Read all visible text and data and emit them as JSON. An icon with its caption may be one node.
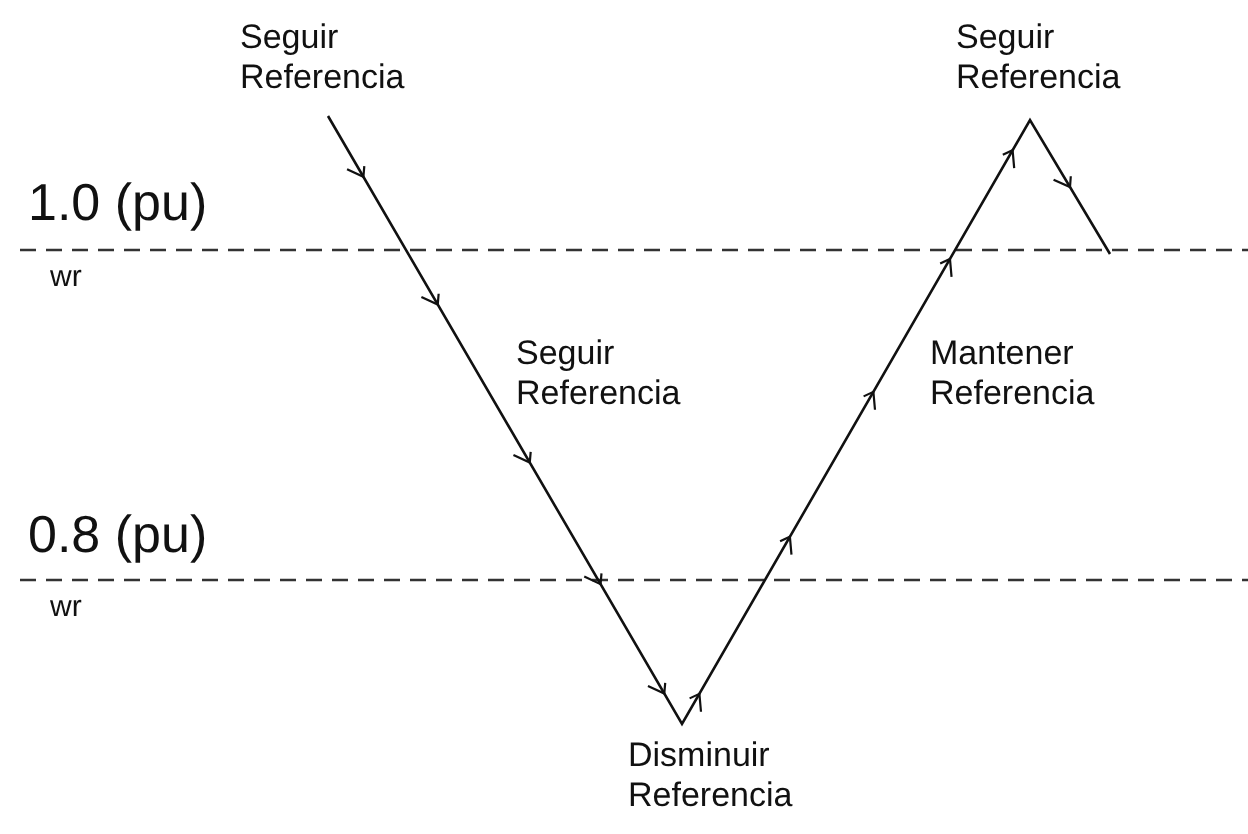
{
  "diagram": {
    "labels": [
      "Seguir Referencia",
      "Seguir Referencia",
      "1.0 (pu)",
      "wr",
      "Seguir Referencia",
      "Mantener Referencia",
      "0.8 (pu)",
      "wr",
      "Disminuir Referencia"
    ]
  }
}
